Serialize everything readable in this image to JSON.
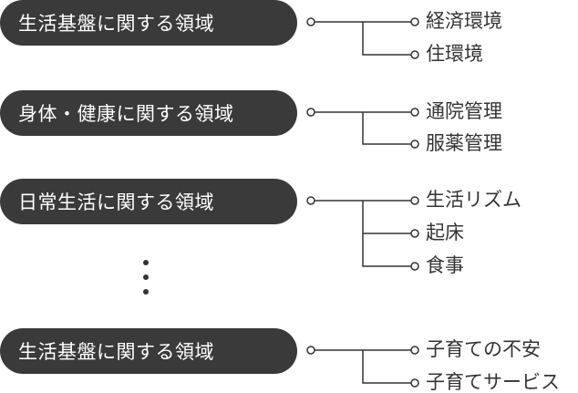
{
  "groups": [
    {
      "domain": "生活基盤に関する領域",
      "items": [
        "経済環境",
        "住環境"
      ]
    },
    {
      "domain": "身体・健康に関する領域",
      "items": [
        "通院管理",
        "服薬管理"
      ]
    },
    {
      "domain": "日常生活に関する領域",
      "items": [
        "生活リズム",
        "起床",
        "食事"
      ]
    },
    {
      "domain": "生活基盤に関する領域",
      "items": [
        "子育ての不安",
        "子育てサービス"
      ]
    }
  ],
  "colors": {
    "pill": "#3a3a3a",
    "line": "#333333",
    "text": "#333333"
  }
}
